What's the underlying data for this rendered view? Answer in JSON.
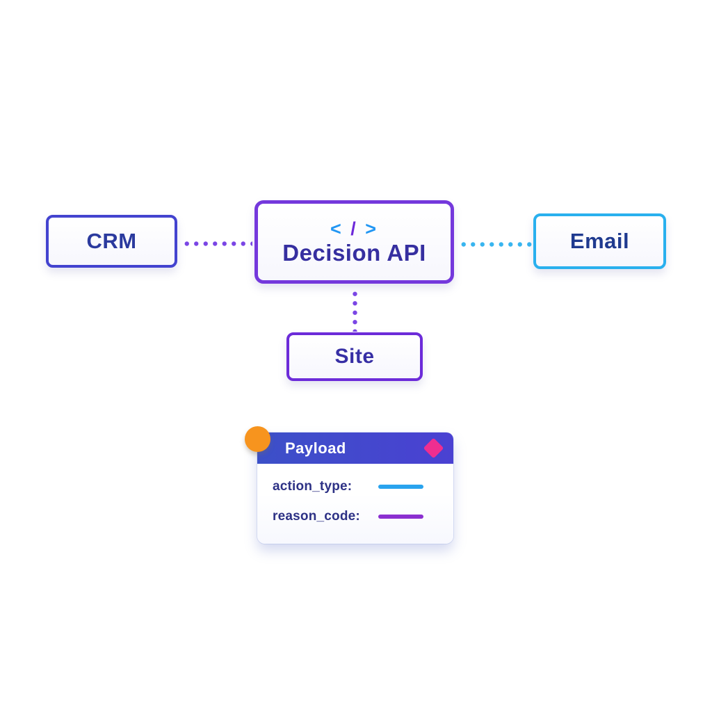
{
  "canvas": {
    "background": "#ffffff"
  },
  "nodes": {
    "crm": {
      "label": "CRM",
      "border_color": "#4343cf",
      "text_color": "#2b3a9e"
    },
    "decision_api": {
      "label": "Decision API",
      "icon": "code-icon",
      "icon_parts": {
        "open": "<",
        "slash": "/",
        "close": ">"
      },
      "icon_bracket_color": "#2196f3",
      "icon_slash_color": "#6d28d9",
      "border_color": "#7438dc",
      "text_color": "#362fa0"
    },
    "email": {
      "label": "Email",
      "border_color": "#29b0ee",
      "text_color": "#1f3a8f"
    },
    "site": {
      "label": "Site",
      "border_color": "#6c2bd9",
      "text_color": "#372fa5"
    }
  },
  "connectors": [
    {
      "from": "crm",
      "to": "decision_api",
      "style": "dotted",
      "color": "#7a45e5"
    },
    {
      "from": "decision_api",
      "to": "email",
      "style": "dotted",
      "color": "#38b5ef"
    },
    {
      "from": "decision_api",
      "to": "site",
      "style": "dotted",
      "color": "#7a45e5"
    }
  ],
  "payload": {
    "title": "Payload",
    "title_color": "#ffffff",
    "header_gradient_start": "#3c50c8",
    "header_gradient_end": "#4a41d2",
    "diamond_icon_color": "#ee2e90",
    "orange_dot_color": "#f7941e",
    "fields": [
      {
        "label": "action_type:",
        "bar_color": "#29a3ee"
      },
      {
        "label": "reason_code:",
        "bar_color": "#8b2fd0"
      }
    ]
  }
}
